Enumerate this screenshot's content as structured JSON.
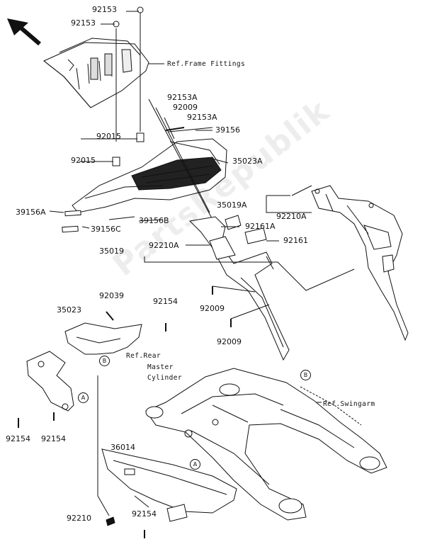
{
  "watermark": "PartsRepublik",
  "labels": {
    "p92153_a": "92153",
    "p92153_b": "92153",
    "ref_frame": "Ref.Frame Fittings",
    "p92153A_a": "92153A",
    "p92009_top": "92009",
    "p92153A_b": "92153A",
    "p39156": "39156",
    "p92015_a": "92015",
    "p92015_b": "92015",
    "p35023A": "35023A",
    "p35019A": "35019A",
    "p92210A_r": "92210A",
    "p39156A": "39156A",
    "p39156B": "39156B",
    "p39156C": "39156C",
    "p92161A": "92161A",
    "p92161": "92161",
    "p35019": "35019",
    "p92210A_l": "92210A",
    "p92039": "92039",
    "p92154_top": "92154",
    "p35023": "35023",
    "p92009_mid": "92009",
    "p92009_low": "92009",
    "ref_rear_1": "Ref.Rear",
    "ref_rear_2": "Master",
    "ref_rear_3": "Cylinder",
    "ref_swingarm": "Ref.Swingarm",
    "p92154_l": "92154",
    "p92154_m": "92154",
    "p36014": "36014",
    "p92210": "92210",
    "p92154_bot": "92154"
  },
  "callouts": {
    "A": "A",
    "B": "B"
  }
}
